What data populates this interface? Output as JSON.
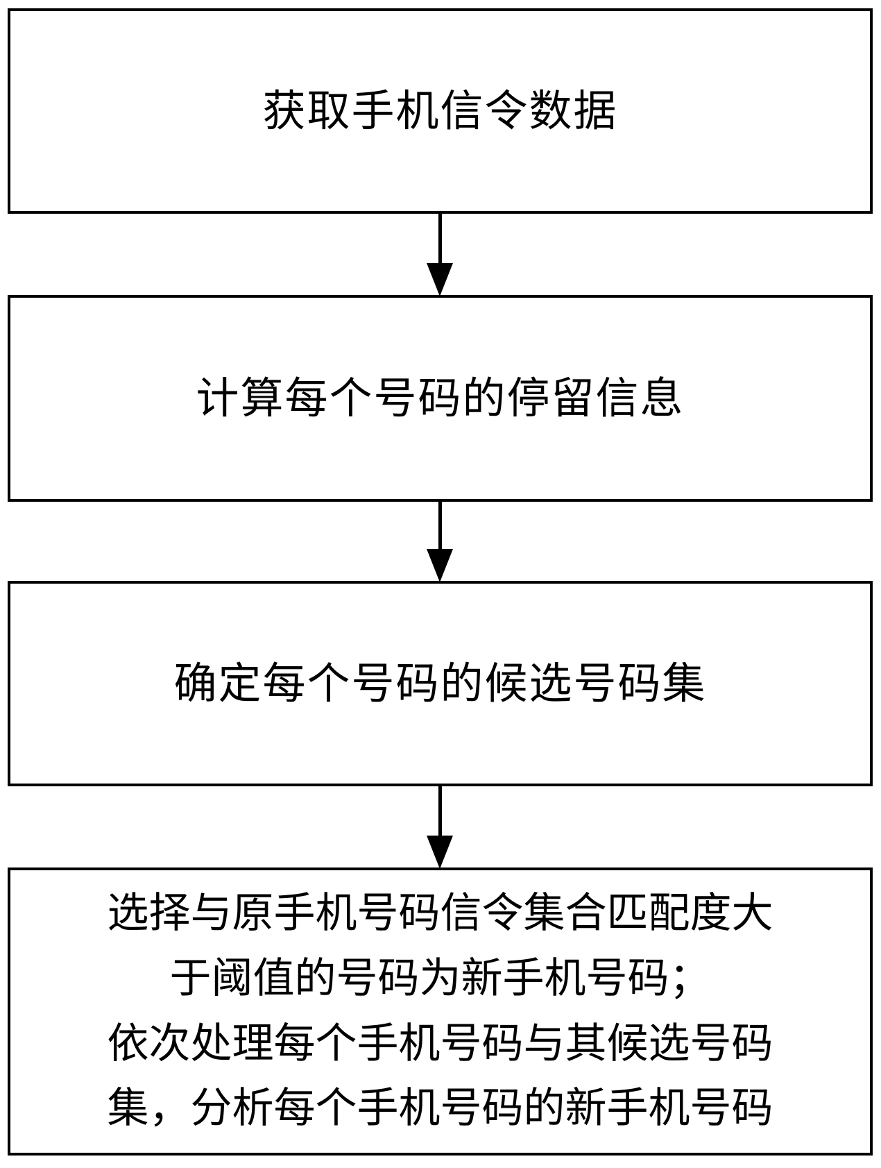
{
  "diagram": {
    "type": "flowchart",
    "orientation": "vertical",
    "background_color": "#ffffff",
    "border_color": "#000000",
    "text_color": "#000000",
    "nodes": [
      {
        "id": "step-1",
        "shape": "rectangle",
        "text": "获取手机信令数据"
      },
      {
        "id": "step-2",
        "shape": "rectangle",
        "text": "计算每个号码的停留信息"
      },
      {
        "id": "step-3",
        "shape": "rectangle",
        "text": "确定每个号码的候选号码集"
      },
      {
        "id": "step-4",
        "shape": "rectangle",
        "text": "选择与原手机号码信令集合匹配度大\n于阈值的号码为新手机号码；\n依次处理每个手机号码与其候选号码\n集，分析每个手机号码的新手机号码"
      }
    ],
    "connectors": [
      {
        "id": "arrow-1",
        "from": "step-1",
        "to": "step-2",
        "style": "solid-arrow-down",
        "label": ""
      },
      {
        "id": "arrow-2",
        "from": "step-2",
        "to": "step-3",
        "style": "solid-arrow-down",
        "label": ""
      },
      {
        "id": "arrow-3",
        "from": "step-3",
        "to": "step-4",
        "style": "solid-arrow-down",
        "label": ""
      }
    ]
  }
}
